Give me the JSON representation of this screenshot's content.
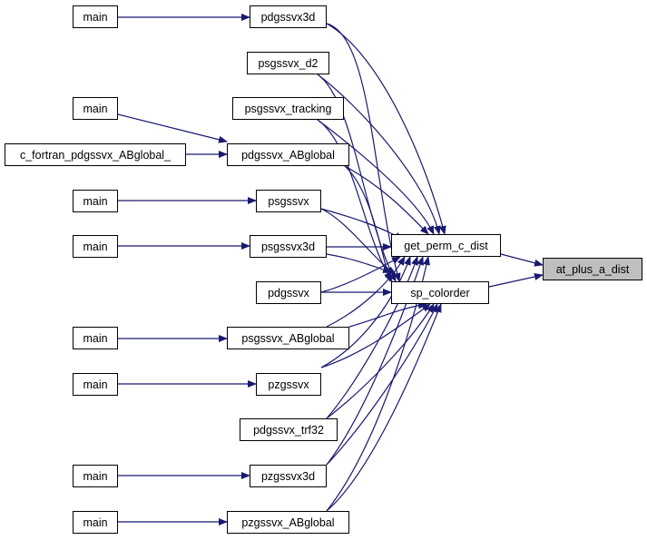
{
  "graph": {
    "edge_color": "#191970",
    "root_fill": "#bfbfbf",
    "nodes": {
      "m_pdgssvx3d": "main",
      "pdgssvx3d": "pdgssvx3d",
      "psgssvx_d2": "psgssvx_d2",
      "m_pdgssvx_abglobal": "main",
      "psgssvx_tracking": "psgssvx_tracking",
      "c_fortran": "c_fortran_pdgssvx_ABglobal_",
      "pdgssvx_abglobal": "pdgssvx_ABglobal",
      "m_psgssvx": "main",
      "psgssvx": "psgssvx",
      "m_psgssvx3d": "main",
      "psgssvx3d": "psgssvx3d",
      "get_perm_c_dist": "get_perm_c_dist",
      "at_plus_a_dist": "at_plus_a_dist",
      "pdgssvx": "pdgssvx",
      "sp_colorder": "sp_colorder",
      "m_psgssvx_abglobal": "main",
      "psgssvx_abglobal": "psgssvx_ABglobal",
      "m_pzgssvx": "main",
      "pzgssvx": "pzgssvx",
      "pdgssvx_trf32": "pdgssvx_trf32",
      "m_pzgssvx3d": "main",
      "pzgssvx3d": "pzgssvx3d",
      "m_pzgssvx_abglobal": "main",
      "pzgssvx_abglobal": "pzgssvx_ABglobal"
    }
  }
}
